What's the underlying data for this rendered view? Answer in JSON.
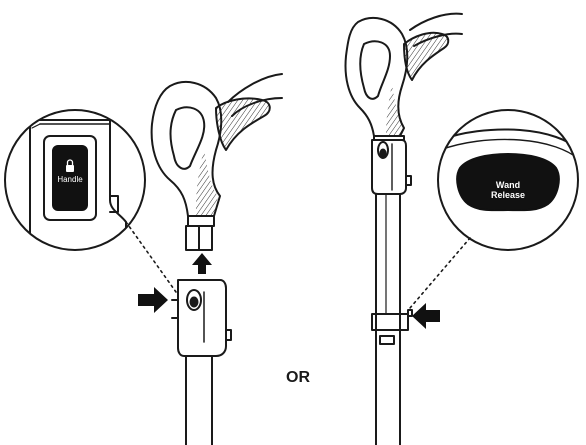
{
  "labels": {
    "handle_button": "Handle",
    "wand_release_line1": "Wand",
    "wand_release_line2": "Release",
    "or": "OR"
  },
  "icons": {
    "lock": "lock-icon",
    "arrow": "arrow-icon"
  },
  "colors": {
    "line": "#1a1a1a",
    "button_fill": "#111111",
    "button_text": "#ffffff",
    "background": "#ffffff"
  }
}
